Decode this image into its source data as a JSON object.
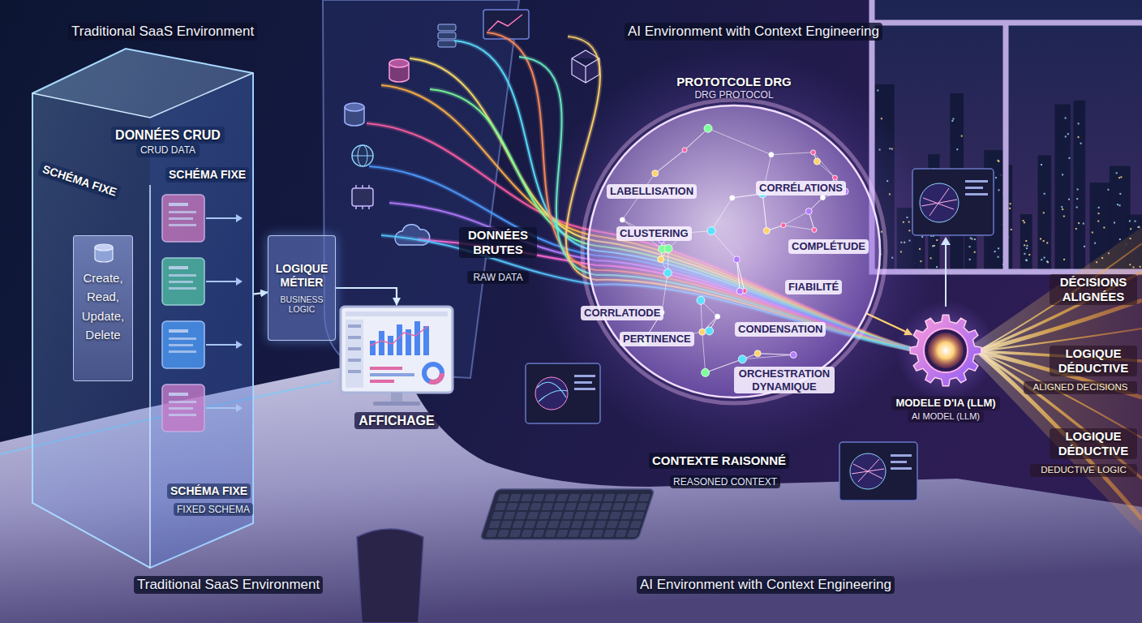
{
  "diagram": {
    "nodes": [
      {
        "text": [
          "DONNÉES CRUD",
          "CRUD DATA"
        ]
      },
      {
        "text": [
          "Create, Read, Update, Delete"
        ],
        "in": 0
      },
      {
        "text": [
          "LOGIQUE MÉTIER",
          "BUSINESS LOGIC"
        ]
      },
      {
        "text": [
          "AFFICHAGE"
        ]
      },
      {
        "text": [
          "PROTOTCOLE DRG",
          "DRG PROTOCOL"
        ]
      },
      {
        "text": [
          "MODELE D'IA (LLM)",
          "AI MODEL (LLM)"
        ]
      }
    ],
    "edges": [
      {
        "from": 0,
        "to": 2,
        "arrow": "to"
      },
      {
        "from": 2,
        "to": 3,
        "arrow": "to"
      },
      {
        "from": 4,
        "to": 5,
        "arrow": "to"
      }
    ],
    "labels": [
      "Traditional SaaS Environment",
      "AI Environment with Context Engineering",
      "SCHÉMA FIXE",
      "SCHÉMA FIXE",
      "DONNÉES BRUTES",
      "RAW DATA",
      "LABELLISATION",
      "CORRÉLATIONS",
      "CLUSTERING",
      "COMPLÉTUDE",
      "FIABILITÉ",
      "CORRLATIODE",
      "PERTINENCE",
      "CONDENSATION",
      "ORCHESTRATION DYNAMIQUE",
      "DÉCISIONS ALIGNÉES",
      "LOGIQUE DÉDUCTIVE",
      "ALIGNED DECISIONS",
      "LOGIQUE DÉDUCTIVE",
      "DEDUCTIVE LOGIC",
      "SCHÉMA FIXE",
      "FIXED SCHEMA",
      "CONTEXTE RAISONNÉ",
      "REASONED CONTEXT",
      "Traditional SaaS Environment",
      "AI Environment with Context Engineering"
    ]
  }
}
